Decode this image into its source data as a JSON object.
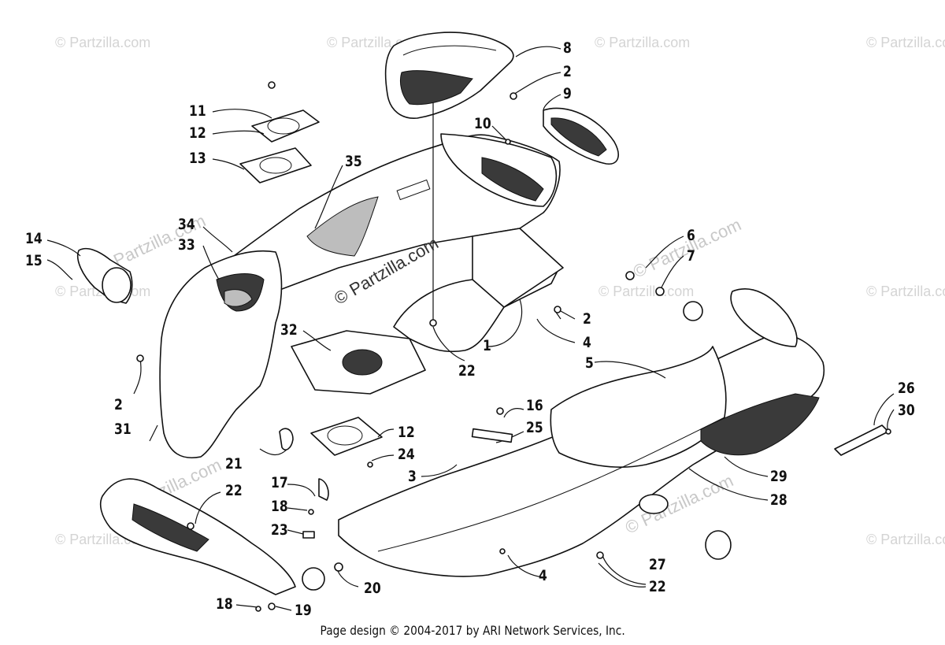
{
  "watermark": {
    "text": "© Partzilla.com",
    "center_text": "© Partzilla.com"
  },
  "callouts": [
    {
      "id": "c8",
      "label": "8"
    },
    {
      "id": "c2a",
      "label": "2"
    },
    {
      "id": "c9",
      "label": "9"
    },
    {
      "id": "c11",
      "label": "11"
    },
    {
      "id": "c12a",
      "label": "12"
    },
    {
      "id": "c13",
      "label": "13"
    },
    {
      "id": "c10",
      "label": "10"
    },
    {
      "id": "c35",
      "label": "35"
    },
    {
      "id": "c14",
      "label": "14"
    },
    {
      "id": "c15",
      "label": "15"
    },
    {
      "id": "c34",
      "label": "34"
    },
    {
      "id": "c33",
      "label": "33"
    },
    {
      "id": "c6",
      "label": "6"
    },
    {
      "id": "c7",
      "label": "7"
    },
    {
      "id": "c2b",
      "label": "2"
    },
    {
      "id": "c32",
      "label": "32"
    },
    {
      "id": "c1",
      "label": "1"
    },
    {
      "id": "c4a",
      "label": "4"
    },
    {
      "id": "c22a",
      "label": "22"
    },
    {
      "id": "c5",
      "label": "5"
    },
    {
      "id": "c2c",
      "label": "2"
    },
    {
      "id": "c16",
      "label": "16"
    },
    {
      "id": "c25",
      "label": "25"
    },
    {
      "id": "c26",
      "label": "26"
    },
    {
      "id": "c30",
      "label": "30"
    },
    {
      "id": "c31",
      "label": "31"
    },
    {
      "id": "c12b",
      "label": "12"
    },
    {
      "id": "c21",
      "label": "21"
    },
    {
      "id": "c24",
      "label": "24"
    },
    {
      "id": "c3",
      "label": "3"
    },
    {
      "id": "c29",
      "label": "29"
    },
    {
      "id": "c17",
      "label": "17"
    },
    {
      "id": "c22b",
      "label": "22"
    },
    {
      "id": "c28",
      "label": "28"
    },
    {
      "id": "c18a",
      "label": "18"
    },
    {
      "id": "c23",
      "label": "23"
    },
    {
      "id": "c27",
      "label": "27"
    },
    {
      "id": "c4b",
      "label": "4"
    },
    {
      "id": "c22c",
      "label": "22"
    },
    {
      "id": "c20",
      "label": "20"
    },
    {
      "id": "c18b",
      "label": "18"
    },
    {
      "id": "c19",
      "label": "19"
    }
  ],
  "footer": {
    "text": "Page design © 2004-2017 by ARI Network Services, Inc."
  }
}
